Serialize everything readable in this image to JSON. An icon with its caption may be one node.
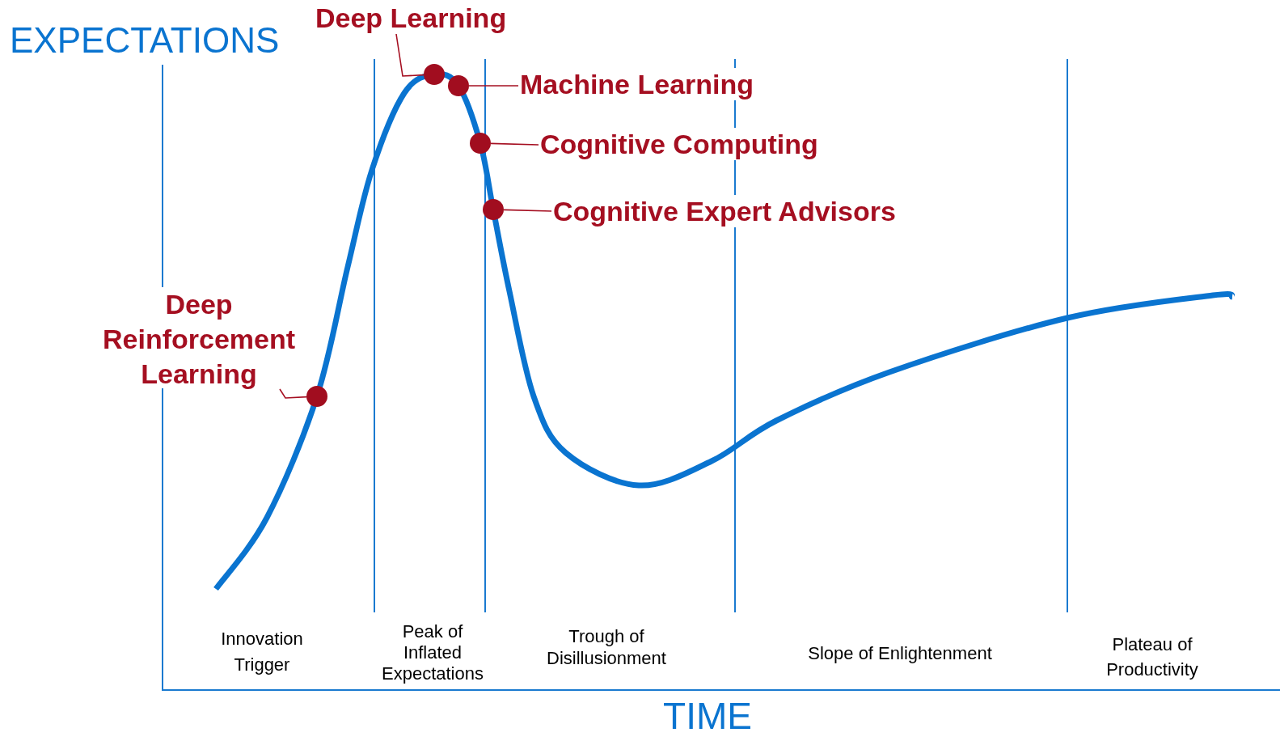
{
  "diagram": {
    "nodes": [
      {
        "text": [
          "Deep Learning"
        ]
      },
      {
        "text": [],
        "shape": "circle"
      },
      {
        "text": [
          "Machine Learning"
        ]
      },
      {
        "text": [],
        "shape": "circle"
      },
      {
        "text": [
          "Cognitive Computing"
        ]
      },
      {
        "text": [],
        "shape": "circle"
      },
      {
        "text": [
          "Cognitive Expert Advisors"
        ]
      },
      {
        "text": [],
        "shape": "circle"
      },
      {
        "text": [
          "Deep Reinforcement Learning"
        ]
      },
      {
        "text": [],
        "shape": "circle"
      }
    ],
    "edges": [
      {
        "from": 0,
        "to": 1,
        "arrow": "none"
      },
      {
        "from": 2,
        "to": 3,
        "arrow": "none"
      },
      {
        "from": 4,
        "to": 5,
        "arrow": "none"
      },
      {
        "from": 6,
        "to": 7,
        "arrow": "none"
      },
      {
        "from": 8,
        "to": 9,
        "arrow": "none"
      }
    ],
    "labels": [
      "EXPECTATIONS",
      "Innovation Trigger",
      "Peak of Inflated Expectations",
      "Trough of Disillusionment",
      "Slope of Enlightenment",
      "Plateau of Productivity",
      "TIME"
    ]
  }
}
